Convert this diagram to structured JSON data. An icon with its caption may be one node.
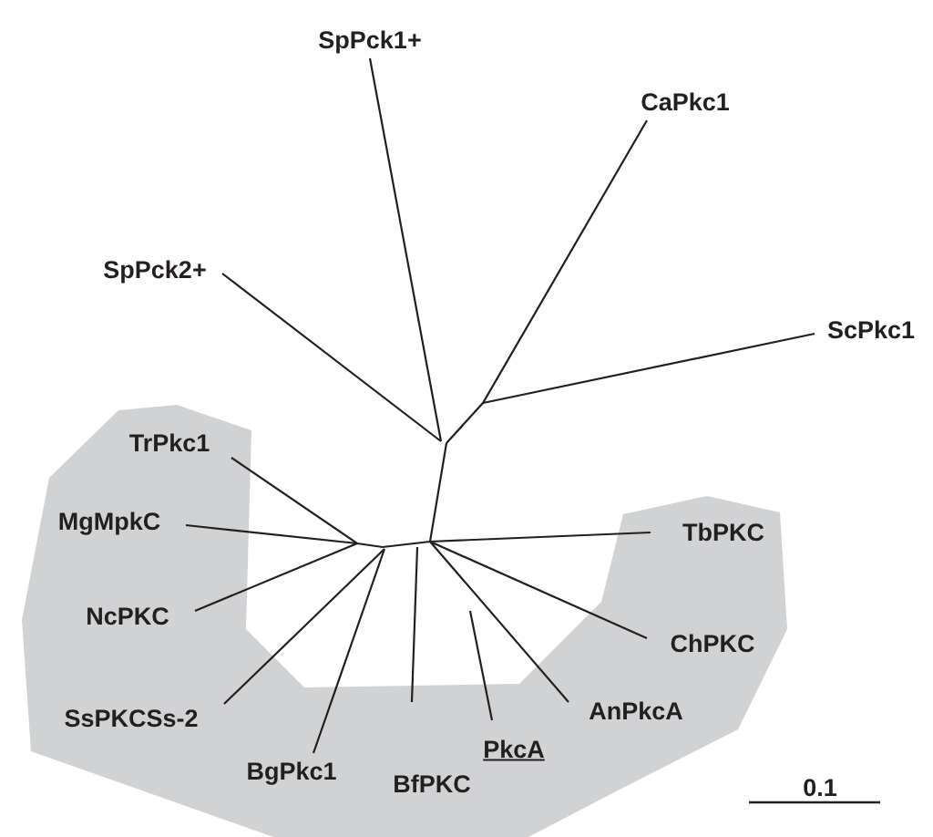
{
  "diagram": {
    "labels": [
      "SpPck1+",
      "CaPkc1",
      "SpPck2+",
      "ScPkc1",
      "TrPkc1",
      "MgMpkC",
      "TbPKC",
      "NcPKC",
      "ChPKC",
      "SsPKCSs-2",
      "AnPkcA",
      "PkcA",
      "BgPkc1",
      "BfPKC",
      "0.1"
    ]
  }
}
